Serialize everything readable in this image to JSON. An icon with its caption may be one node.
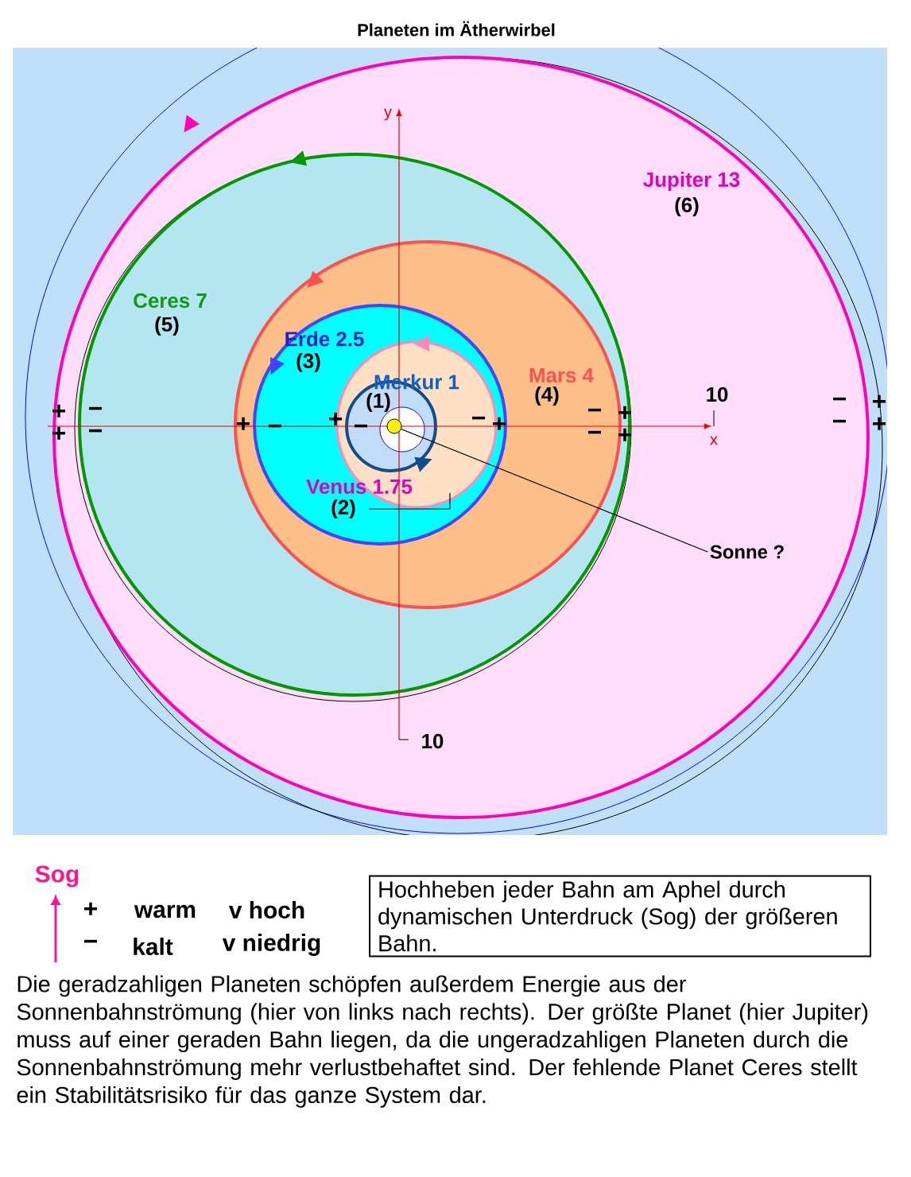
{
  "diagram": {
    "title": "Planeten im Ätherwirbel",
    "nodes": [
      {
        "text": [],
        "shape": "circle"
      },
      {
        "text": [
          "Sonne ?"
        ]
      },
      {
        "text": [
          "Hochheben jeder Bahn am Aphel durch dynamischen Unterdruck (Sog) der größeren Bahn."
        ]
      }
    ],
    "edges": [
      {
        "from": 1,
        "to": 0,
        "arrow": "none"
      }
    ],
    "labels": [
      "y",
      "Jupiter 13",
      "(6)",
      "Ceres 7",
      "(5)",
      "Erde 2.5",
      "(3)",
      "Merkur 1",
      "Mars 4",
      "(4)",
      "10",
      "(1)",
      "+",
      "−",
      "−",
      "+",
      "−",
      "+",
      "+",
      "−",
      "+",
      "−",
      "+",
      "−",
      "−",
      "+",
      "−",
      "+",
      "−",
      "+",
      "x",
      "Venus 1.75",
      "(2)",
      "10",
      "Sog",
      "+",
      "warm",
      "v hoch",
      "−",
      "kalt",
      "v niedrig",
      "Die geradzahligen Planeten schöpfen außerdem Energie aus der Sonnenbahnströmung (hier von links nach rechts). Der größte Planet (hier Jupiter) muss auf einer geraden Bahn liegen, da die ungeradzahligen Planeten durch die Sonnenbahnströmung mehr verlustbehaftet sind. Der fehlende Planet Ceres stellt ein Stabilitätsrisiko für das ganze System dar."
    ]
  }
}
